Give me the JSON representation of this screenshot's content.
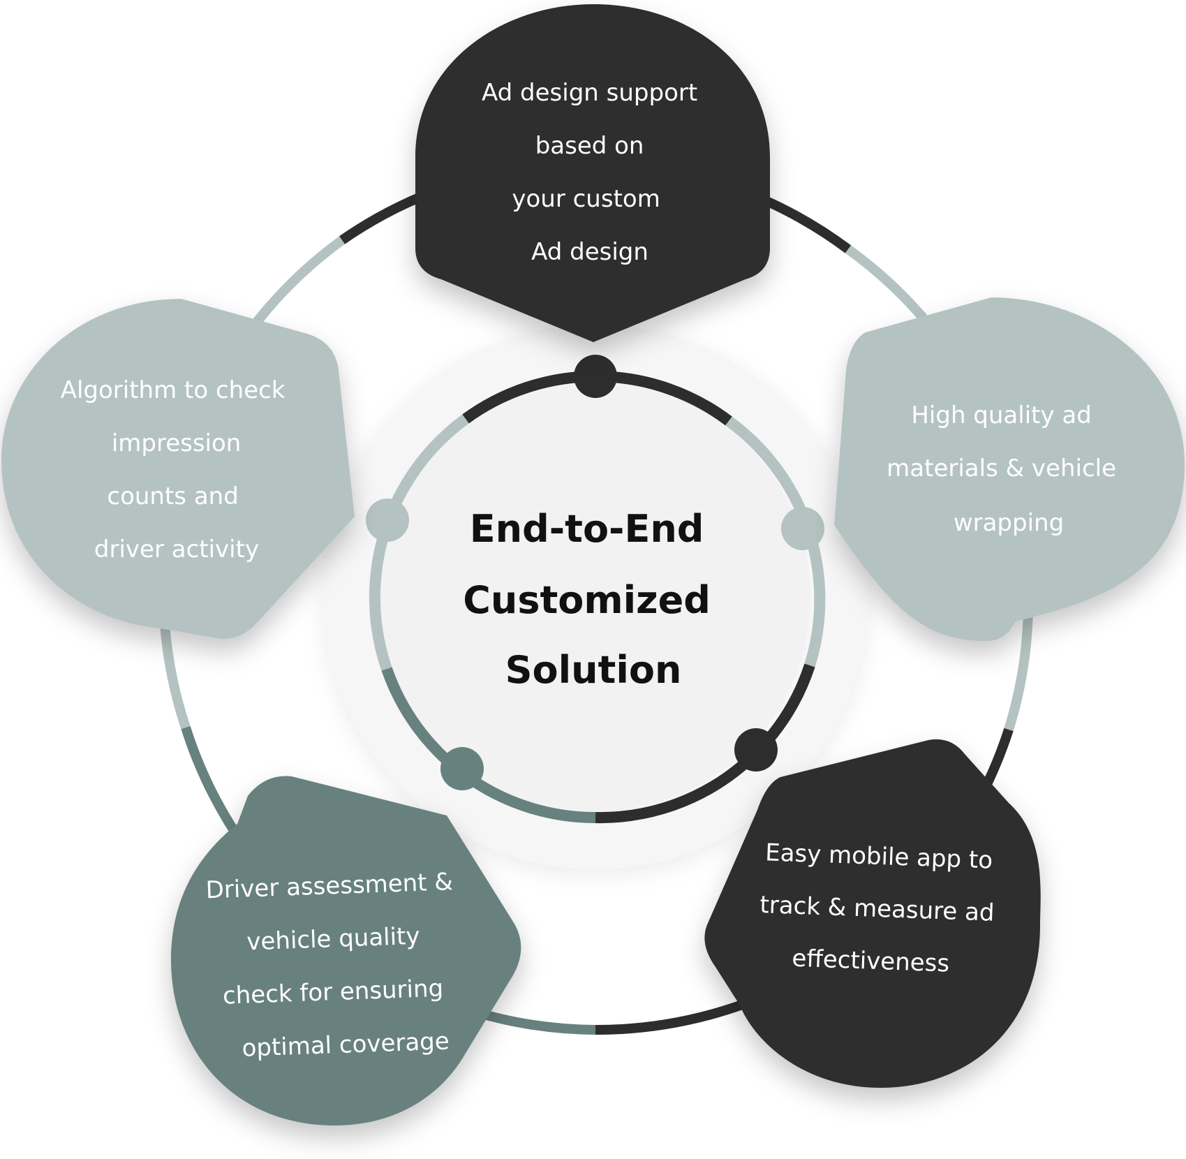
{
  "center": {
    "lines": [
      "End-to-End",
      "Customized",
      "Solution"
    ]
  },
  "petals": [
    {
      "key": "top",
      "lines": [
        "Ad design support",
        "based on",
        "your custom",
        "Ad design"
      ]
    },
    {
      "key": "right",
      "lines": [
        "High quality ad",
        "materials & vehicle",
        "wrapping"
      ]
    },
    {
      "key": "bottom-right",
      "lines": [
        "Easy mobile app to",
        "track & measure ad",
        "effectiveness"
      ]
    },
    {
      "key": "bottom-left",
      "lines": [
        "Driver assessment &",
        "vehicle quality",
        "check for ensuring",
        "optimal coverage"
      ]
    },
    {
      "key": "left",
      "lines": [
        "Algorithm to check",
        "impression",
        "counts and",
        "driver activity"
      ]
    }
  ],
  "colors": {
    "dark": "#2d2d2d",
    "light": "#b4c3c1",
    "teal": "#67817e",
    "center_bg": "#f2f2f2"
  }
}
